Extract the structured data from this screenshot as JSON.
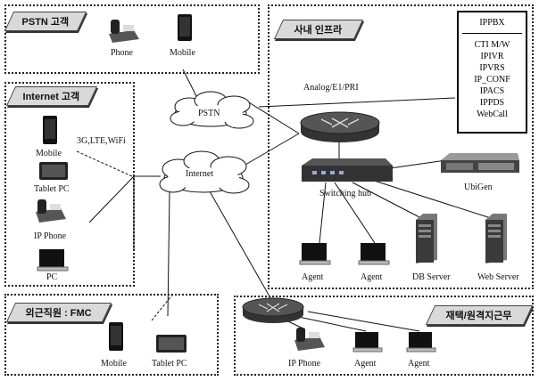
{
  "zones": {
    "pstn": {
      "title": "PSTN 고객"
    },
    "internet": {
      "title": "Internet 고객"
    },
    "infra": {
      "title": "사내 인프라"
    },
    "fmc": {
      "title": "외근직원 : FMC"
    },
    "remote": {
      "title": "재택/원격지근무"
    }
  },
  "clouds": {
    "pstn": "PSTN",
    "internet": "Internet"
  },
  "labels": {
    "phone": "Phone",
    "mobile": "Mobile",
    "tablet": "Tablet PC",
    "ip_phone": "IP Phone",
    "pc": "PC",
    "wireless": "3G,LTE,WiFi",
    "trunk": "Analog/E1/PRI",
    "switch": "Switching hub",
    "ubigen": "UbiGen",
    "agent": "Agent",
    "db_server": "DB Server",
    "web_server": "Web Server",
    "fmc_mobile": "Mobile",
    "fmc_tablet": "Tablet PC",
    "remote_ip_phone": "IP Phone"
  },
  "ippbx": {
    "title": "IPPBX",
    "items": [
      "CTI M/W",
      "IPIVR",
      "IPVRS",
      "IP_CONF",
      "IPACS",
      "IPPDS",
      "WebCall"
    ]
  }
}
